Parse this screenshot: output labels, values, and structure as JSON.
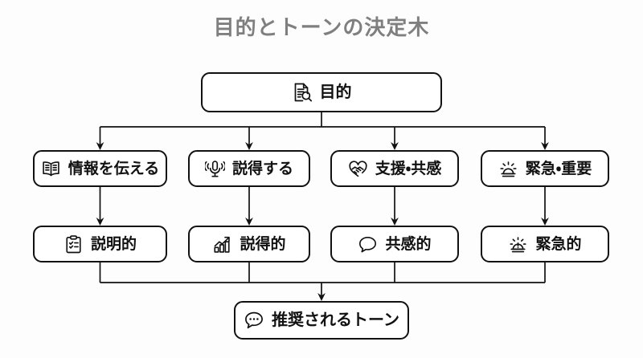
{
  "title": "目的とトーンの決定木",
  "colors": {
    "background": "#fdfdfd",
    "title": "#7f7f7f",
    "node_border": "#111111",
    "node_fill": "#ffffff",
    "edge": "#111111"
  },
  "root": {
    "label": "目的",
    "icon": "document-search-icon"
  },
  "branches": [
    {
      "purpose": {
        "label": "情報を伝える",
        "icon": "open-book-icon"
      },
      "tone": {
        "label": "説明的",
        "icon": "clipboard-checklist-icon"
      }
    },
    {
      "purpose": {
        "label": "説得する",
        "icon": "microphone-icon"
      },
      "tone": {
        "label": "説得的",
        "icon": "bar-chart-up-icon"
      }
    },
    {
      "purpose": {
        "label": "支援・共感",
        "icon": "handshake-heart-icon"
      },
      "tone": {
        "label": "共感的",
        "icon": "speech-bubble-icon"
      }
    },
    {
      "purpose": {
        "label": "緊急・重要",
        "icon": "siren-icon"
      },
      "tone": {
        "label": "緊急的",
        "icon": "siren-alert-icon"
      }
    }
  ],
  "leaf": {
    "label": "推奨されるトーン",
    "icon": "speech-bubble-dots-icon"
  }
}
